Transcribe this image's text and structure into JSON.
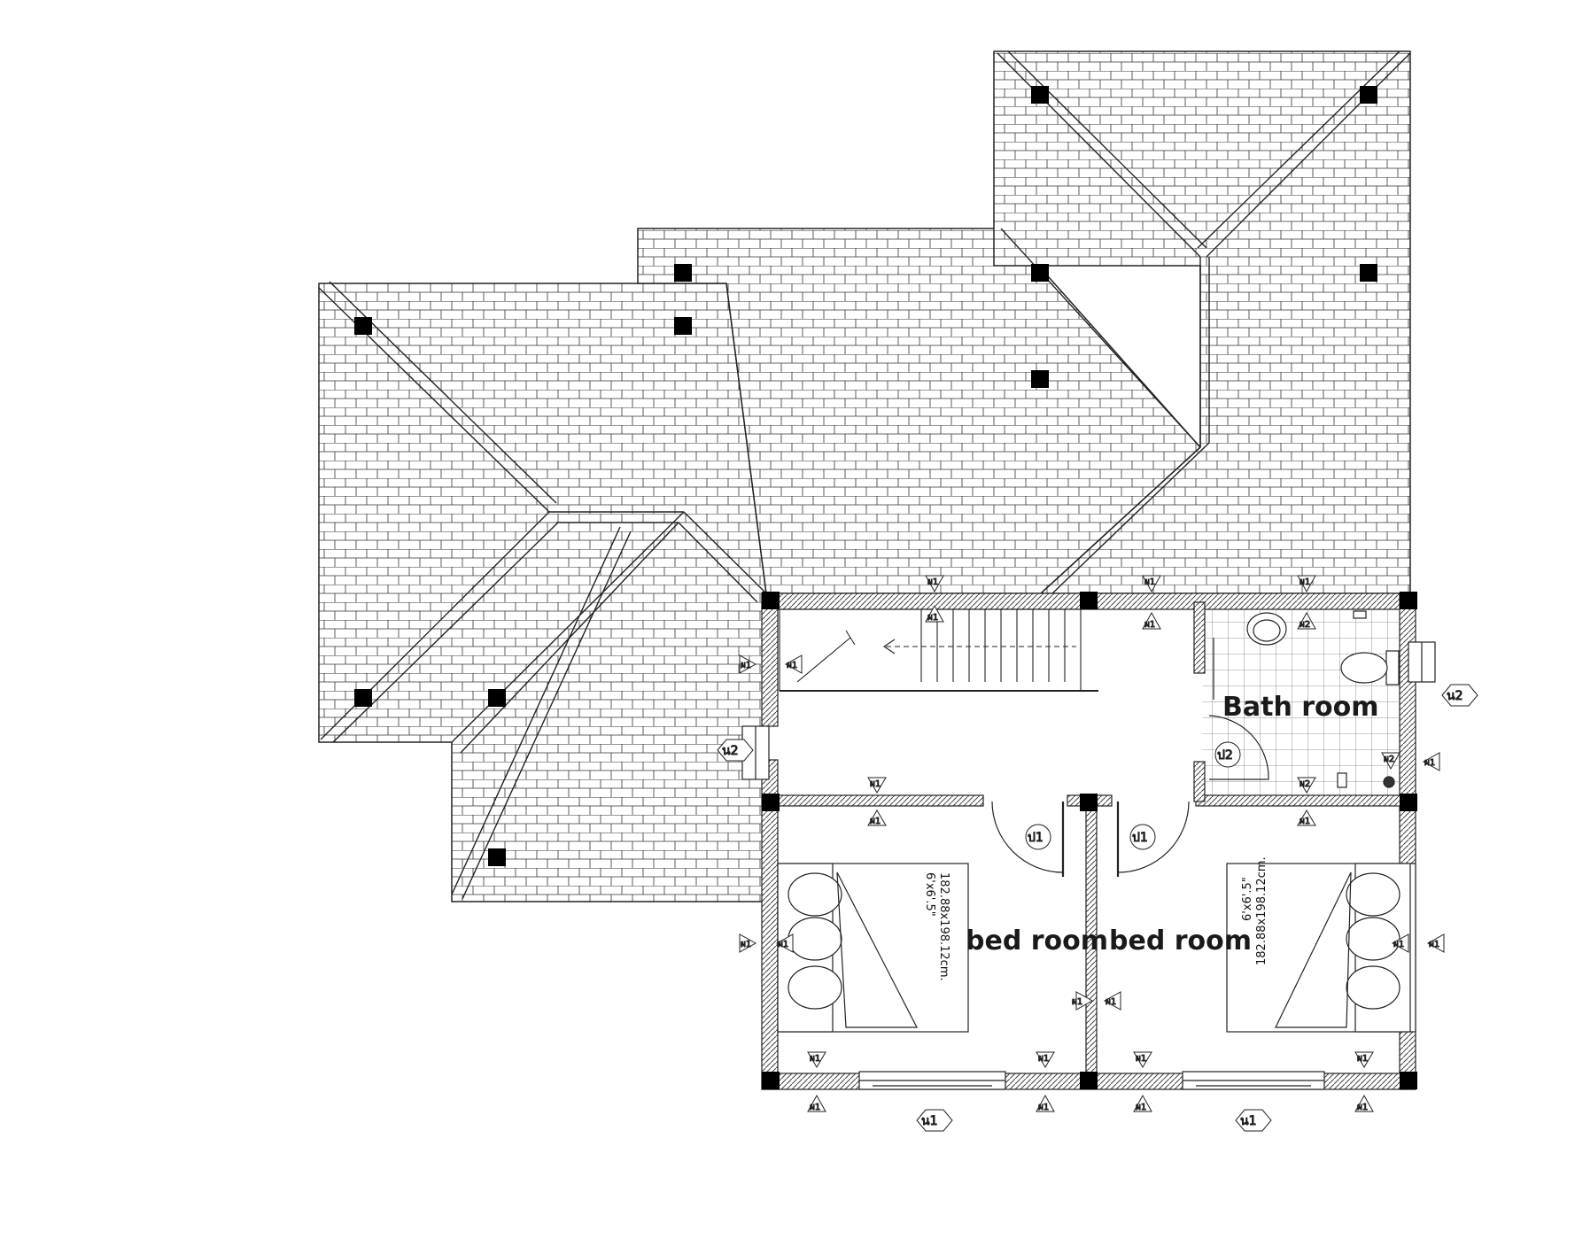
{
  "rooms": {
    "bath": "Bath room",
    "bed_left": "bed room",
    "bed_right": "bed room"
  },
  "beds": {
    "size_cm": "182.88x198.12cm.",
    "size_ft": "6'x6'.5\""
  },
  "tags": {
    "wall_w1": "ผ1",
    "wall_w2": "ผ2",
    "window_n1": "น1",
    "window_n2": "น2",
    "door_p1": "ป1",
    "door_p2": "ป2"
  },
  "colors": {
    "line": "#1a1a1a",
    "column": "#000000",
    "hatch": "#444444",
    "background": "#ffffff"
  }
}
